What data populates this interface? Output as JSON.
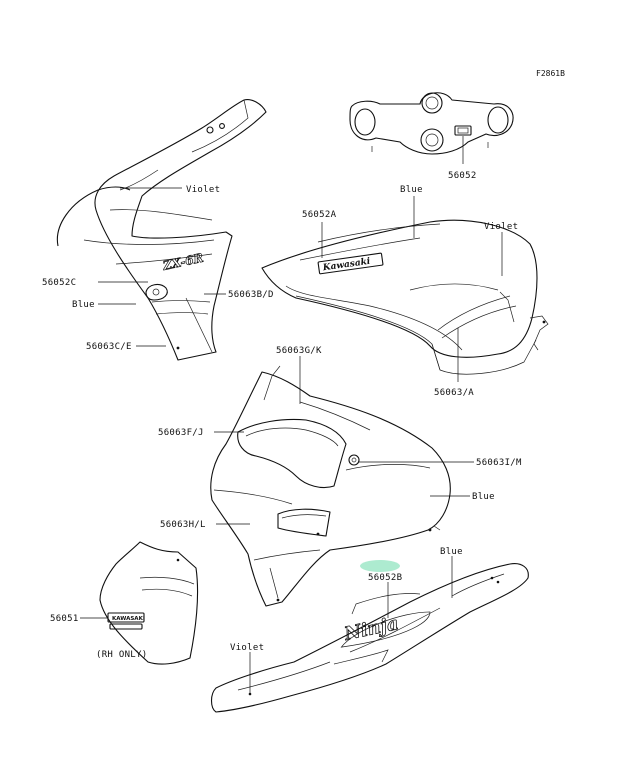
{
  "figure_ref": "F2861B",
  "labels": {
    "p56052": "56052",
    "blue_tank": "Blue",
    "p56052A": "56052A",
    "violet_tank": "Violet",
    "p56063A": "56063/A",
    "violet_fairing": "Violet",
    "p56052C": "56052C",
    "blue_fairing": "Blue",
    "p56063BD": "56063B/D",
    "p56063CE": "56063C/E",
    "p56063GK": "56063G/K",
    "p56063FJ": "56063F/J",
    "p56063IM": "56063I/M",
    "blue_lower": "Blue",
    "p56063HL": "56063H/L",
    "p56052B": "56052B",
    "blue_tail": "Blue",
    "p56051": "56051",
    "rh_only": "(RH ONLY)",
    "violet_tail": "Violet"
  },
  "decal_text": {
    "tank_logo": "Kawasaki",
    "fairing_logo": "ZX-6R",
    "tail_logo": "Ninja",
    "emblem": "KAWASAKI"
  },
  "colors": {
    "line": "#111111",
    "highlight": "#9fe8c8"
  }
}
